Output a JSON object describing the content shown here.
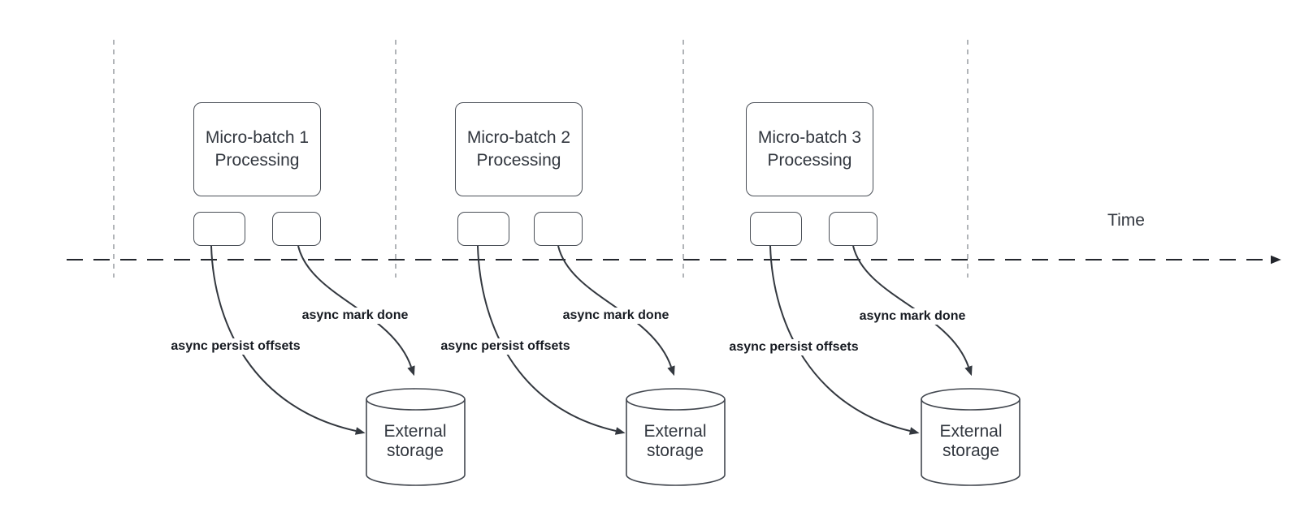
{
  "diagram": {
    "time_axis_label": "Time",
    "batches": [
      {
        "title": "Micro-batch 1 Processing",
        "persist_label": "async persist offsets",
        "done_label": "async mark done",
        "storage_label": "External storage"
      },
      {
        "title": "Micro-batch 2 Processing",
        "persist_label": "async persist offsets",
        "done_label": "async mark done",
        "storage_label": "External storage"
      },
      {
        "title": "Micro-batch 3 Processing",
        "persist_label": "async persist offsets",
        "done_label": "async mark done",
        "storage_label": "External storage"
      }
    ],
    "colors": {
      "shape_stroke": "#4a4f57",
      "arrow_stroke": "#33383f",
      "axis_stroke": "#23262c",
      "guide_stroke": "#b1b4b8",
      "label_text": "#171b22",
      "shape_text": "#32373f",
      "background": "#ffffff"
    }
  }
}
